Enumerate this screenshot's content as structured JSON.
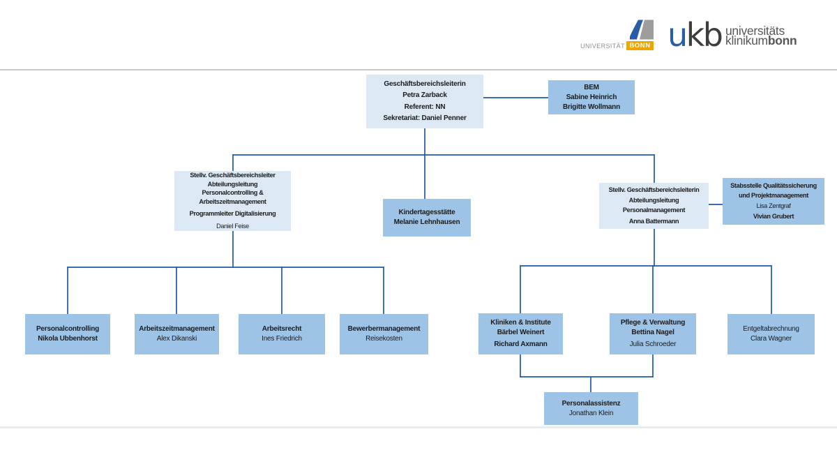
{
  "header": {
    "unibonn": {
      "label": "UNIVERSITÄT",
      "highlight": "BONN"
    },
    "ukb": {
      "wordmark_u": "u",
      "wordmark_kb": "kb",
      "line1": "universitäts",
      "line2_regular": "klinikum",
      "line2_bold": "bonn"
    }
  },
  "colors": {
    "box_light": "#dce9f5",
    "box_medium": "#9dc3e6",
    "connector_blue": "#1e5aa8",
    "bonn_gold": "#efa500",
    "ukb_blue": "#2a5da8",
    "header_divider_gray": "#c9c9c9",
    "footer_band_gray": "#ececec"
  },
  "org": {
    "leiterin": {
      "lines": [
        "Geschäftsbereichsleiterin",
        "Petra Zarback",
        "Referent: NN",
        "Sekretariat: Daniel Penner"
      ]
    },
    "bem": {
      "lines": [
        "BEM",
        "Sabine Heinrich",
        "Brigitte Wollmann"
      ]
    },
    "stellv_links": {
      "lines": [
        "Stellv. Geschäftsbereichsleiter",
        "Abteilungsleitung",
        "Personalcontrolling &",
        "Arbeitszeitmanagement",
        "Programmleiter Digitalisierung",
        "Daniel Feise"
      ]
    },
    "kita": {
      "lines": [
        "Kindertagesstätte",
        "Melanie Lehnhausen"
      ]
    },
    "stellv_rechts": {
      "lines": [
        "Stellv. Geschäftsbereichsleiterin",
        "Abteilungsleitung",
        "Personalmanagement",
        "Anna Battermann"
      ]
    },
    "stabsstelle": {
      "lines": [
        "Stabsstelle Qualitätssicherung",
        "und Projektmanagement",
        "Lisa Zentgraf",
        "Vivian Grubert"
      ]
    },
    "personalcontrolling": {
      "lines": [
        "Personalcontrolling",
        "Nikola Ubbenhorst"
      ]
    },
    "arbeitszeitmanagement": {
      "lines": [
        "Arbeitszeitmanagement",
        "Alex Dikanski"
      ]
    },
    "arbeitsrecht": {
      "lines": [
        "Arbeitsrecht",
        "Ines Friedrich"
      ]
    },
    "bewerbermanagement": {
      "lines": [
        "Bewerbermanagement",
        "Reisekosten"
      ]
    },
    "kliniken": {
      "lines": [
        "Kliniken & Institute",
        "Bärbel Weinert",
        "Richard Axmann"
      ]
    },
    "pflege": {
      "lines": [
        "Pflege & Verwaltung",
        "Bettina Nagel",
        "Julia Schroeder"
      ]
    },
    "entgeltabrechnung": {
      "lines": [
        "Entgeltabrechnung",
        "Clara Wagner"
      ]
    },
    "personalassistenz": {
      "lines": [
        "Personalassistenz",
        "Jonathan Klein"
      ]
    }
  }
}
